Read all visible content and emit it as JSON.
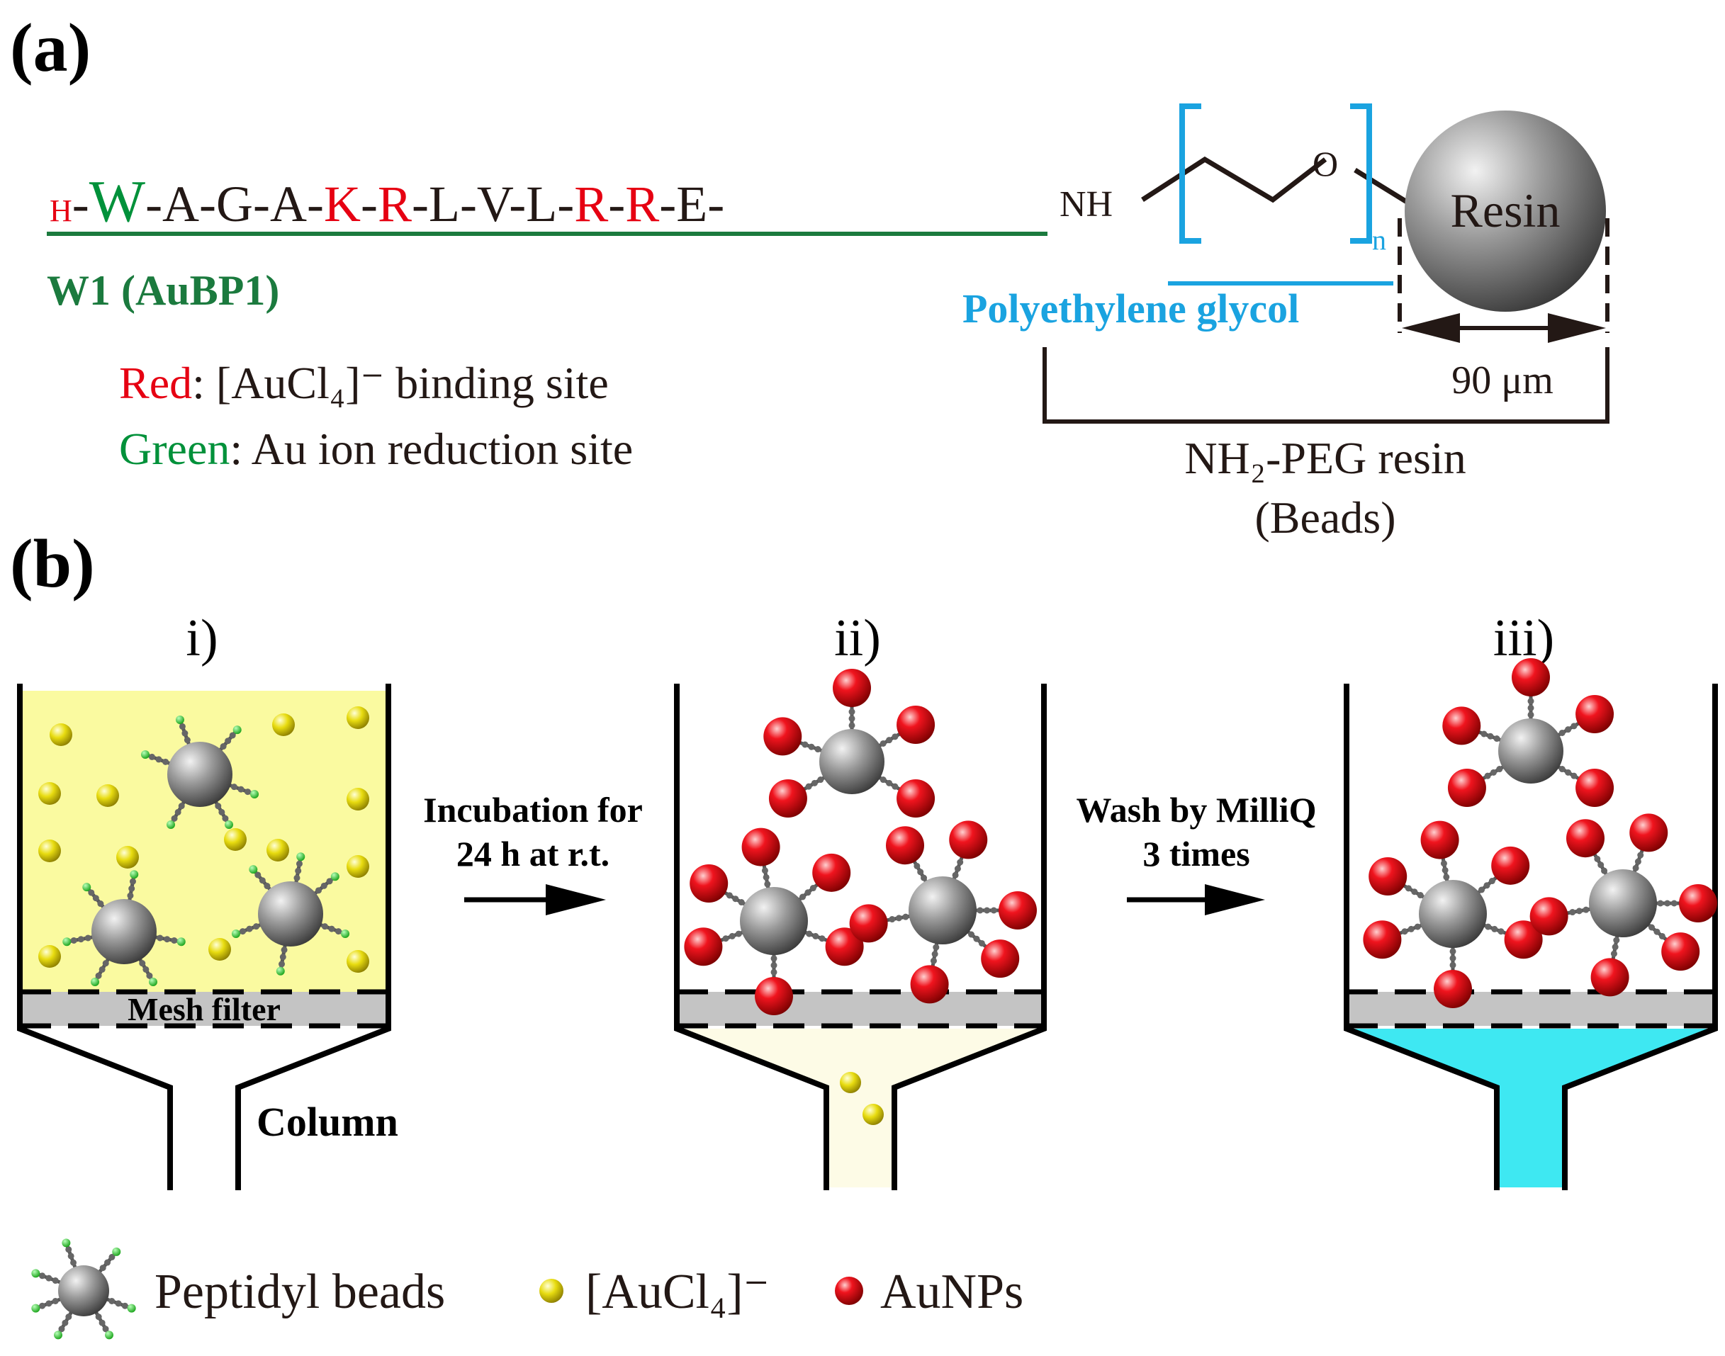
{
  "panel_a": {
    "label": "(a)",
    "sequence": [
      {
        "text": "H",
        "color": "#e60012",
        "small": true
      },
      {
        "text": "-",
        "color": "#231815"
      },
      {
        "text": "W",
        "color": "#00913a",
        "large": true
      },
      {
        "text": "-A-G-A-",
        "color": "#231815"
      },
      {
        "text": "K",
        "color": "#e60012"
      },
      {
        "text": "-",
        "color": "#231815"
      },
      {
        "text": "R",
        "color": "#e60012"
      },
      {
        "text": "-L-V-L-",
        "color": "#231815"
      },
      {
        "text": "R",
        "color": "#e60012"
      },
      {
        "text": "-",
        "color": "#231815"
      },
      {
        "text": "R",
        "color": "#e60012"
      },
      {
        "text": "-E-",
        "color": "#231815"
      }
    ],
    "nh": "NH",
    "oxygen": "O",
    "subscript_n": "n",
    "resin": "Resin",
    "peptide_name": "W1 (AuBP1)",
    "peg_label": "Polyethylene glycol",
    "size": "90 μm",
    "legend_red_word": "Red",
    "legend_red_rest": ": [AuCl₄]⁻ binding site",
    "legend_green_word": "Green",
    "legend_green_rest": ": Au ion reduction site",
    "resin_caption_1": "NH₂-PEG resin",
    "resin_caption_2": "(Beads)"
  },
  "panel_b": {
    "label": "(b)",
    "steps": [
      "i)",
      "ii)",
      "iii)"
    ],
    "mesh": "Mesh filter",
    "column": "Column",
    "arrow1": [
      "Incubation for",
      "24 h at r.t."
    ],
    "arrow2": [
      "Wash by MilliQ",
      "3 times"
    ]
  },
  "legend": {
    "peptidyl": "Peptidyl beads",
    "aucl4": "[AuCl₄]⁻",
    "aunps": "AuNPs"
  },
  "colors": {
    "red": "#e60012",
    "green": "#00913a",
    "dark_green": "#1b7a3e",
    "blue": "#1aa3e0",
    "ink": "#231815",
    "yellow_solution": "#fafaa0",
    "pale_solution": "#fdfbe6",
    "cyan_solution": "#3ee8f2"
  }
}
